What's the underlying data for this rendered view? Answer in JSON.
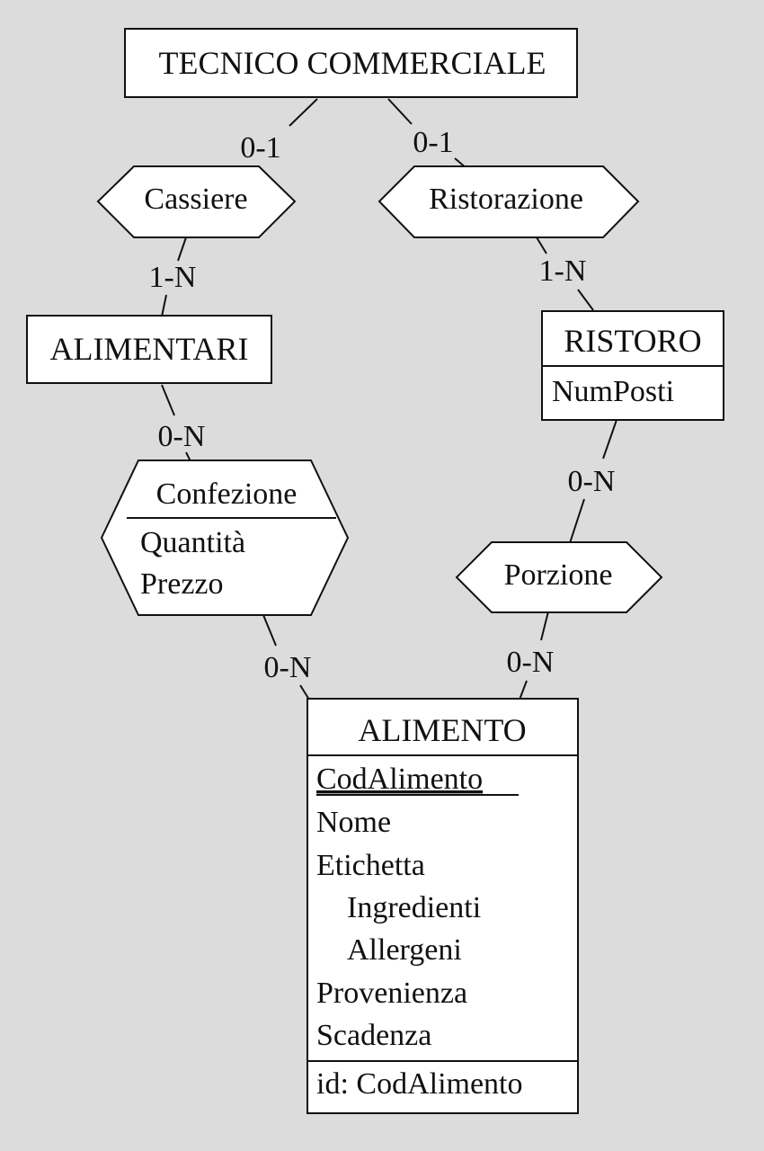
{
  "entities": {
    "tecnico": {
      "name": "TECNICO COMMERCIALE"
    },
    "alimentari": {
      "name": "ALIMENTARI"
    },
    "ristoro": {
      "name": "RISTORO",
      "attributes": [
        "NumPosti"
      ]
    },
    "alimento": {
      "name": "ALIMENTO",
      "attributes": [
        "CodAlimento",
        "Nome",
        "Etichetta",
        "Ingredienti",
        "Allergeni",
        "Provenienza",
        "Scadenza"
      ],
      "identifier": "id: CodAlimento"
    }
  },
  "relationships": {
    "cassiere": {
      "name": "Cassiere"
    },
    "ristorazione": {
      "name": "Ristorazione"
    },
    "confezione": {
      "name": "Confezione",
      "attributes": [
        "Quantità",
        "Prezzo"
      ]
    },
    "porzione": {
      "name": "Porzione"
    }
  },
  "cardinalities": {
    "tecnico_cassiere": "0-1",
    "cassiere_alimentari": "1-N",
    "tecnico_ristorazione": "0-1",
    "ristorazione_ristoro": "1-N",
    "alimentari_confezione": "0-N",
    "confezione_alimento": "0-N",
    "ristoro_porzione": "0-N",
    "porzione_alimento": "0-N"
  }
}
